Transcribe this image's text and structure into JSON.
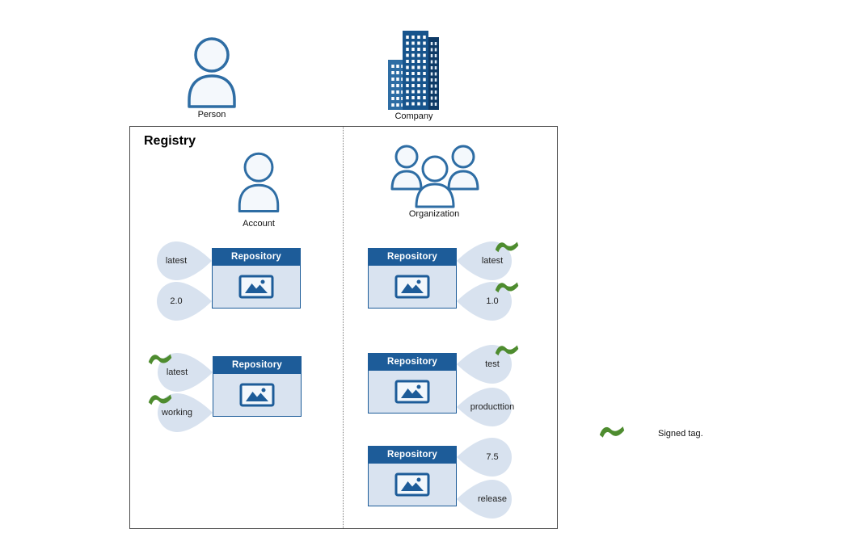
{
  "actors": {
    "person": {
      "label": "Person"
    },
    "company": {
      "label": "Company"
    }
  },
  "registry": {
    "title": "Registry",
    "account": {
      "label": "Account",
      "repositories": [
        {
          "title": "Repository",
          "tags": [
            {
              "label": "latest",
              "signed": false
            },
            {
              "label": "2.0",
              "signed": false
            }
          ]
        },
        {
          "title": "Repository",
          "tags": [
            {
              "label": "latest",
              "signed": true
            },
            {
              "label": "working",
              "signed": true
            }
          ]
        }
      ]
    },
    "organization": {
      "label": "Organization",
      "repositories": [
        {
          "title": "Repository",
          "tags": [
            {
              "label": "latest",
              "signed": true
            },
            {
              "label": "1.0",
              "signed": true
            }
          ]
        },
        {
          "title": "Repository",
          "tags": [
            {
              "label": "test",
              "signed": true
            },
            {
              "label": "producttion",
              "signed": false
            }
          ]
        },
        {
          "title": "Repository",
          "tags": [
            {
              "label": "7.5",
              "signed": false
            },
            {
              "label": "release",
              "signed": false
            }
          ]
        }
      ]
    }
  },
  "legend": {
    "signed_tag_label": "Signed tag."
  },
  "colors": {
    "header_blue": "#1d5c99",
    "body_blue": "#d9e3f0",
    "outline_blue": "#2e6da4",
    "signed_green": "#4e8c2f"
  }
}
